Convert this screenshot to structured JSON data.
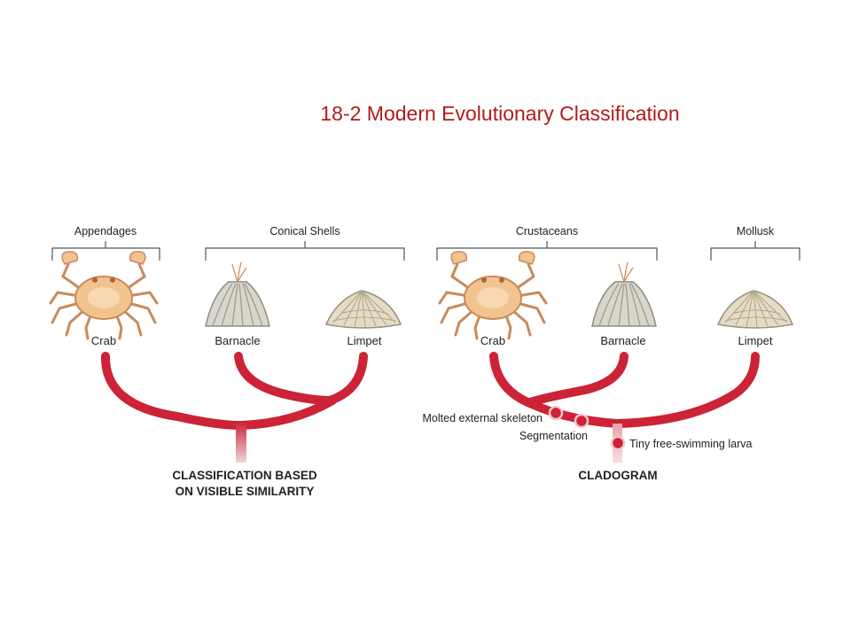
{
  "title": "18-2 Modern Evolutionary Classification",
  "left": {
    "groups": [
      "Appendages",
      "Conical Shells"
    ],
    "organisms": [
      "Crab",
      "Barnacle",
      "Limpet"
    ],
    "caption_line1": "CLASSIFICATION BASED",
    "caption_line2": "ON VISIBLE SIMILARITY"
  },
  "right": {
    "groups": [
      "Crustaceans",
      "Mollusk"
    ],
    "organisms": [
      "Crab",
      "Barnacle",
      "Limpet"
    ],
    "traits": [
      "Molted external skeleton",
      "Segmentation",
      "Tiny free-swimming larva"
    ],
    "caption": "CLADOGRAM"
  },
  "colors": {
    "title": "#b01c1c",
    "branch": "#cc2336",
    "branch_trunk": "#e9b8bf",
    "crab": "#f2c38f",
    "shell": "#d9d6cc"
  },
  "icons": [
    "crab-icon",
    "barnacle-icon",
    "limpet-icon"
  ]
}
